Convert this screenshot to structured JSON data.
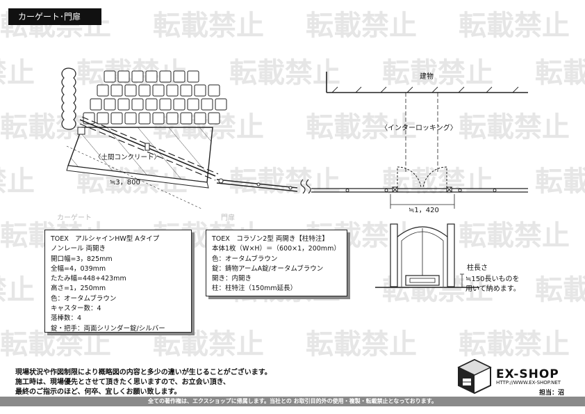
{
  "header": {
    "title": "カーゲート･門扉"
  },
  "watermark": {
    "text": "転載禁止"
  },
  "drawing": {
    "building_label": "建物",
    "interlocking_label": "〈インターロッキング〉",
    "concrete_label": "〈土間コンクリート〉",
    "dim_gate_width": "≒3，800",
    "dim_door_width": "≒1，420",
    "section_carport": "カーゲート",
    "section_gate": "門扉",
    "pillar_label": "柱長さ",
    "pillar_note_1": "≒150長いものを",
    "pillar_note_2": "用いて納めます。"
  },
  "spec_carport": {
    "lines": [
      "TOEX　アルシャインHW型 Aタイプ",
      "ノンレール 両開き",
      "開口幅=3，825mm",
      "全幅=4，039mm",
      "たたみ幅=448+423mm",
      "高さ=1，250mm",
      "色：オータムブラウン",
      "キャスター数：4",
      "落棒数：4",
      "錠・把手：両面シリンダー錠/シルバー"
    ]
  },
  "spec_gate": {
    "lines": [
      "TOEX　コラゾン2型 両開き【柱特注】",
      "本体1枚（W×H）＝（600×1，200mm）",
      "色：オータムブラウン",
      "錠：鋳物アームA錠/オータムブラウン",
      "開き：内開き",
      "柱：柱特注（150mm延長）"
    ]
  },
  "notes": [
    "現場状況や作図制限により概略図の内容と多少の違いが生じることがございます。",
    "施工時は、現場優先とさせて頂きたく思いますので、お立会い頂き、",
    "最終のご指示のほど、何卒、宜しくお願い致します。"
  ],
  "logo": {
    "name": "EX-SHOP",
    "url": "HTTP://WWW.EX-SHOP.NET"
  },
  "staff": {
    "label": "担当：沼"
  },
  "footer": {
    "text": "全ての著作権は、エクスショップに帰属します。当社との お取引目的外の使用・複製・転載禁止となっております。"
  }
}
